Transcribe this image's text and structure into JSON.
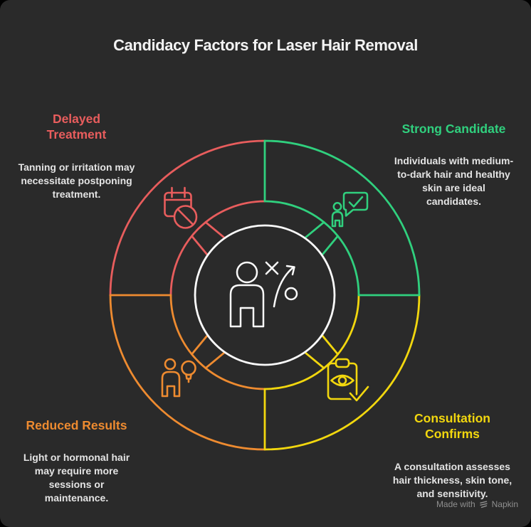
{
  "title": "Candidacy Factors for Laser Hair Removal",
  "colors": {
    "background": "#2a2a2a",
    "red": "#e85d5d",
    "green": "#30d07e",
    "orange": "#ee8b30",
    "yellow": "#f2d70e",
    "body_text": "#e4e4e4",
    "title_text": "#f3f3f3",
    "center_icon": "#fafafa",
    "footer_text": "#8f8f8f"
  },
  "sections": [
    {
      "id": "delayed-treatment",
      "position": "top-left",
      "color": "#e85d5d",
      "icon": "calendar-blocked-icon",
      "heading_lines": [
        "Delayed",
        "Treatment"
      ],
      "body_lines": [
        "Tanning or irritation may",
        "necessitate postponing",
        "treatment."
      ]
    },
    {
      "id": "strong-candidate",
      "position": "top-right",
      "color": "#30d07e",
      "icon": "person-check-bubble-icon",
      "heading_lines": [
        "Strong Candidate"
      ],
      "body_lines": [
        "Individuals with medium-",
        "to-dark hair and healthy",
        "skin are ideal",
        "candidates."
      ]
    },
    {
      "id": "reduced-results",
      "position": "bottom-left",
      "color": "#ee8b30",
      "icon": "person-balloon-icon",
      "heading_lines": [
        "Reduced Results"
      ],
      "body_lines": [
        "Light or hormonal hair",
        "may require more",
        "sessions or",
        "maintenance."
      ]
    },
    {
      "id": "consultation-confirms",
      "position": "bottom-right",
      "color": "#f2d70e",
      "icon": "clipboard-eye-check-icon",
      "heading_lines": [
        "Consultation",
        "Confirms"
      ],
      "body_lines": [
        "A consultation assesses",
        "hair thickness, skin tone,",
        "and sensitivity."
      ]
    }
  ],
  "center": {
    "icon": "person-strategy-icon"
  },
  "footer": {
    "made_with": "Made with",
    "brand": "Napkin",
    "logo": "napkin-logo-icon"
  }
}
